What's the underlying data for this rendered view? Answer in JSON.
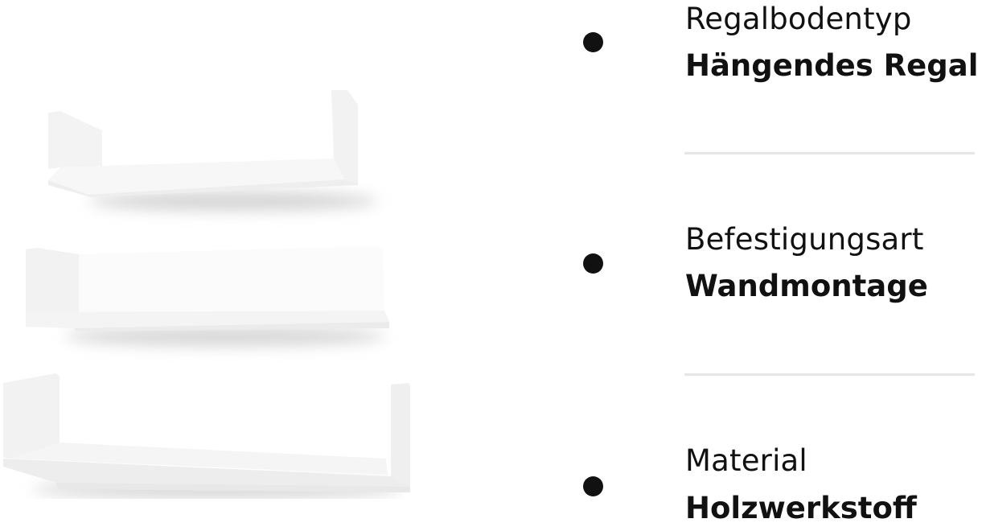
{
  "image": {
    "alt": "Drei weiße U-förmige Wandregale"
  },
  "specs": [
    {
      "label": "Regalbodentyp",
      "value": "Hängendes Regal"
    },
    {
      "label": "Befestigungsart",
      "value": "Wandmontage"
    },
    {
      "label": "Material",
      "value": "Holzwerkstoff"
    }
  ],
  "colors": {
    "text": "#111111",
    "divider": "#e6e6e6",
    "background": "#ffffff"
  }
}
